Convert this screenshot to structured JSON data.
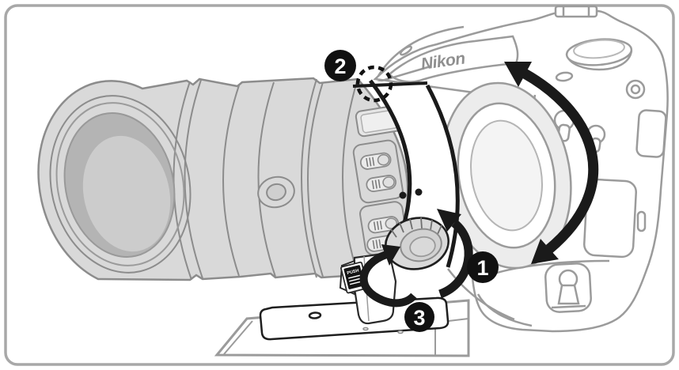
{
  "illustration": {
    "brand_logo": "Nikon",
    "tripod_foot_label": "PUSH",
    "callouts": {
      "step_1": "1",
      "step_2": "2",
      "step_3": "3"
    },
    "colors": {
      "line_art_black": "#1a1a1a",
      "lens_fill_gray": "#d9d9d9",
      "lens_outline_gray": "#8c8c8c",
      "camera_outline_gray": "#9b9b9b",
      "logo_gray": "#8f8f8f",
      "border_gray": "#a8a8a8",
      "background": "#ffffff"
    },
    "icons": {
      "rotate_camera_arrow": "double-headed-curved-arrow",
      "loosen_knob_arrow": "curved-arrow-counterclockwise",
      "rotate_collar_arrow": "curved-arrow-counterclockwise",
      "alignment_circle": "dashed-circle-highlight"
    }
  }
}
